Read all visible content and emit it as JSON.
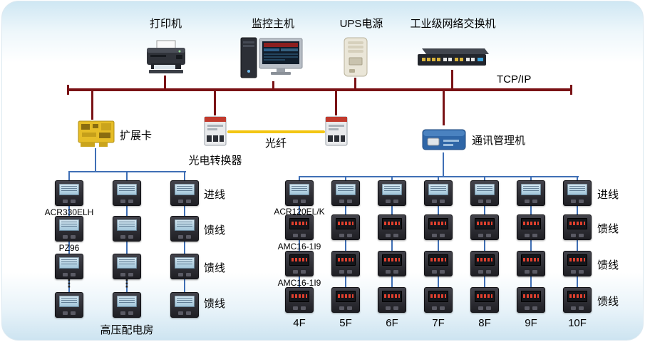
{
  "top_row": {
    "printer_label": "打印机",
    "host_label": "监控主机",
    "ups_label": "UPS电源",
    "switch_label": "工业级网络交换机"
  },
  "bus": {
    "label": "TCP/IP"
  },
  "mid_row": {
    "expansion_card_label": "扩展卡",
    "converter_label": "光电转换器",
    "fiber_label": "光纤",
    "comm_manager_label": "通讯管理机"
  },
  "left_group": {
    "meter_model_1": "ACR330ELH",
    "meter_model_2": "PZ96",
    "dots": "⋮",
    "row_labels": [
      "进线",
      "馈线",
      "馈线",
      "馈线"
    ],
    "bottom_label": "高压配电房"
  },
  "right_group": {
    "meter_model_1": "ACR120EL/K",
    "meter_model_2": "AMC16-1I9",
    "meter_model_3": "AMC16-1I9",
    "row_labels": [
      "进线",
      "馈线",
      "馈线",
      "馈线"
    ],
    "floors": [
      "4F",
      "5F",
      "6F",
      "7F",
      "8F",
      "9F",
      "10F"
    ]
  }
}
